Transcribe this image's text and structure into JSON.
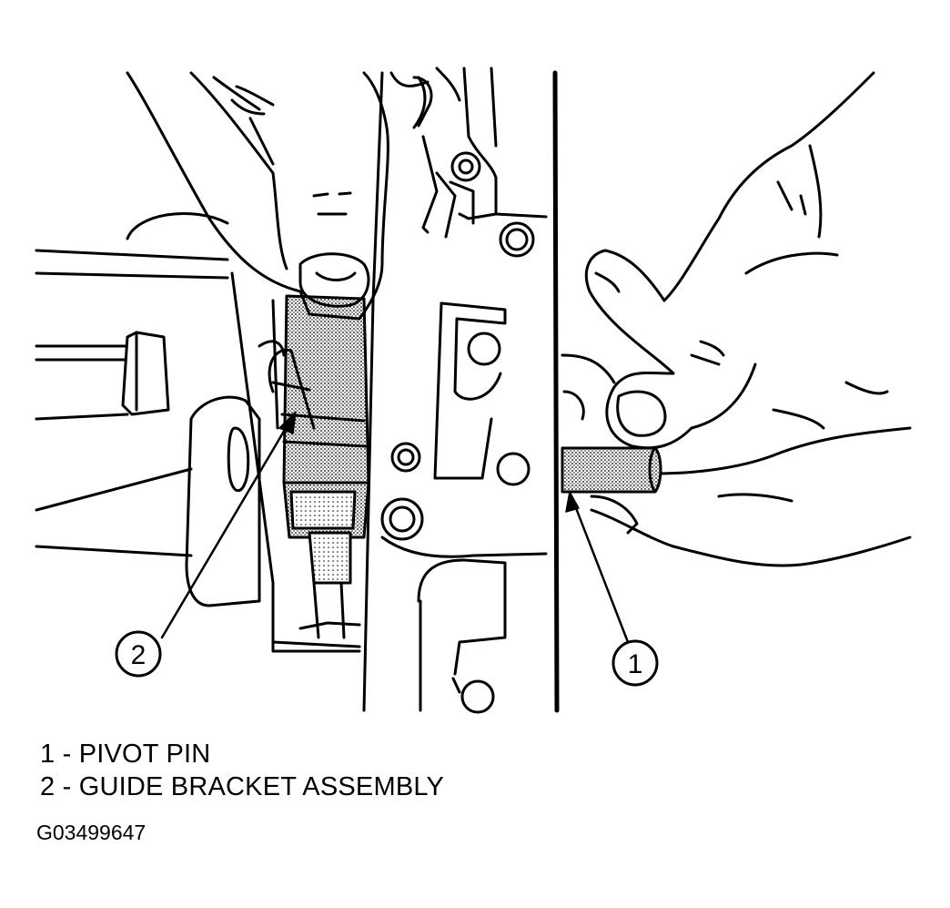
{
  "callouts": [
    {
      "number": "1",
      "label": "PIVOT PIN"
    },
    {
      "number": "2",
      "label": "GUIDE BRACKET ASSEMBLY"
    }
  ],
  "legend": [
    {
      "text": "1 - PIVOT PIN"
    },
    {
      "text": "2 - GUIDE BRACKET ASSEMBLY"
    }
  ],
  "figure_id": "G03499647",
  "colors": {
    "line": "#000000",
    "background": "#ffffff",
    "shading": "#d9d9d9"
  }
}
